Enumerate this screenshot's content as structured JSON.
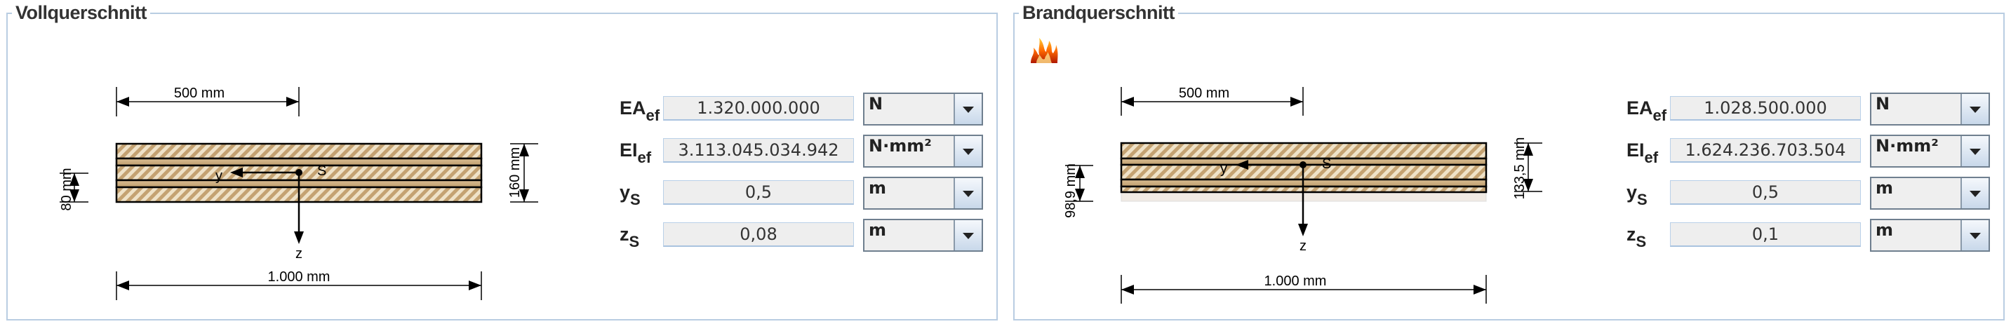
{
  "sections": [
    {
      "title": "Vollquerschnitt",
      "fire_icon": false,
      "drawing": {
        "width_half_label": "500 mm",
        "width_label": "1.000 mm",
        "zs_label": "80 mm",
        "height_label": "160 mm",
        "y_axis": "y",
        "z_axis": "z",
        "centroid": "S"
      },
      "rows": [
        {
          "label": "EA",
          "sub": "ef",
          "value": "1.320.000.000",
          "unit": "N"
        },
        {
          "label": "EI",
          "sub": "ef",
          "value": "3.113.045.034.942",
          "unit": "N·mm²"
        },
        {
          "label": "y",
          "sub": "S",
          "value": "0,5",
          "unit": "m"
        },
        {
          "label": "z",
          "sub": "S",
          "value": "0,08",
          "unit": "m"
        }
      ]
    },
    {
      "title": "Brandquerschnitt",
      "fire_icon": true,
      "drawing": {
        "width_half_label": "500 mm",
        "width_label": "1.000 mm",
        "zs_label": "98,9 mm",
        "height_label": "133,5 mm",
        "y_axis": "y",
        "z_axis": "z",
        "centroid": "S"
      },
      "rows": [
        {
          "label": "EA",
          "sub": "ef",
          "value": "1.028.500.000",
          "unit": "N"
        },
        {
          "label": "EI",
          "sub": "ef",
          "value": "1.624.236.703.504",
          "unit": "N·mm²"
        },
        {
          "label": "y",
          "sub": "S",
          "value": "0,5",
          "unit": "m"
        },
        {
          "label": "z",
          "sub": "S",
          "value": "0,1",
          "unit": "m"
        }
      ]
    }
  ],
  "colors": {
    "frame": "#b9cde2",
    "wood_dark": "#c4a272",
    "wood_light": "#efe2c8",
    "charred": "#f1ebe4"
  }
}
